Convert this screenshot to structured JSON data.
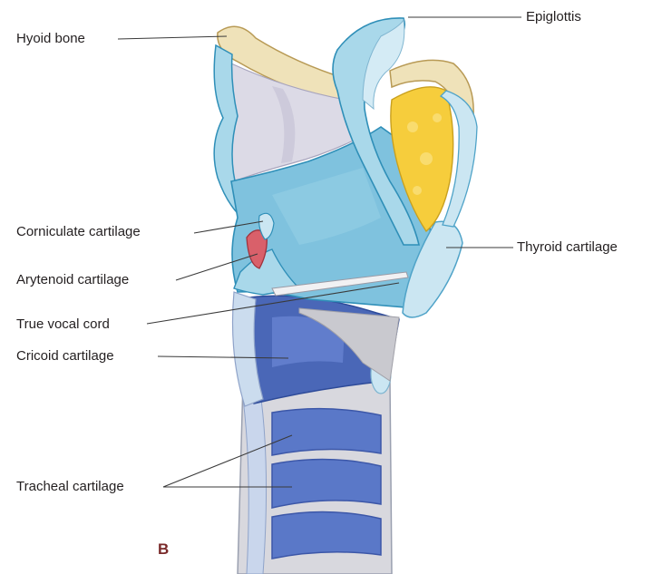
{
  "labels": {
    "hyoid": "Hyoid bone",
    "epiglottis": "Epiglottis",
    "corniculate": "Corniculate cartilage",
    "arytenoid": "Arytenoid cartilage",
    "thyroid": "Thyroid cartilage",
    "vocal_cord": "True vocal cord",
    "cricoid": "Cricoid cartilage",
    "tracheal": "Tracheal cartilage"
  },
  "panel_letter": "B",
  "colors": {
    "panel_letter": "#7a2a2a",
    "leader_line": "#3a3a3a",
    "cartilage_light": "#a9d8ea",
    "cartilage_mid": "#7fc2de",
    "cartilage_outline": "#2f8fb8",
    "hyoid_bone": "#efe2b9",
    "fat_pad": "#f6cd3c",
    "arytenoid": "#d9606a",
    "trachea_blue": "#5a78c8",
    "trachea_dark": "#4a67b7",
    "membrane_grey": "#c9c9cf"
  }
}
